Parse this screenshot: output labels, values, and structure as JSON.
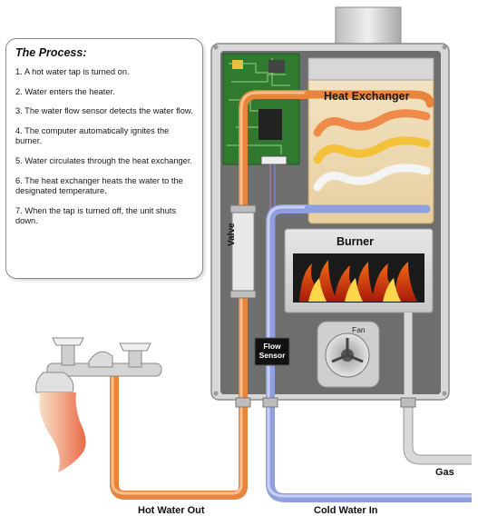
{
  "process": {
    "title": "The Process:",
    "steps": [
      "1. A hot water tap is turned on.",
      "2. Water enters the heater.",
      "3. The water flow sensor detects the water flow.",
      "4. The computer automatically ignites the burner.",
      "5. Water circulates through the heat exchanger.",
      "6. The heat exchanger heats the water to the designated temperature.",
      "7. When the tap is turned off, the unit shuts down."
    ]
  },
  "labels": {
    "heat_exchanger": "Heat Exchanger",
    "burner": "Burner",
    "fan": "Fan",
    "valve": "Valve",
    "flow_sensor": "Flow Sensor",
    "hot_water_out": "Hot Water Out",
    "cold_water_in": "Cold Water In",
    "gas": "Gas"
  },
  "colors": {
    "hot_pipe": "#e8843c",
    "cold_pipe": "#8f9fe0",
    "gas_pipe": "#d9d9d9",
    "heater_body": "#6e6e6e",
    "circuit_board": "#2f7a2f",
    "flame": "#f06a10"
  }
}
